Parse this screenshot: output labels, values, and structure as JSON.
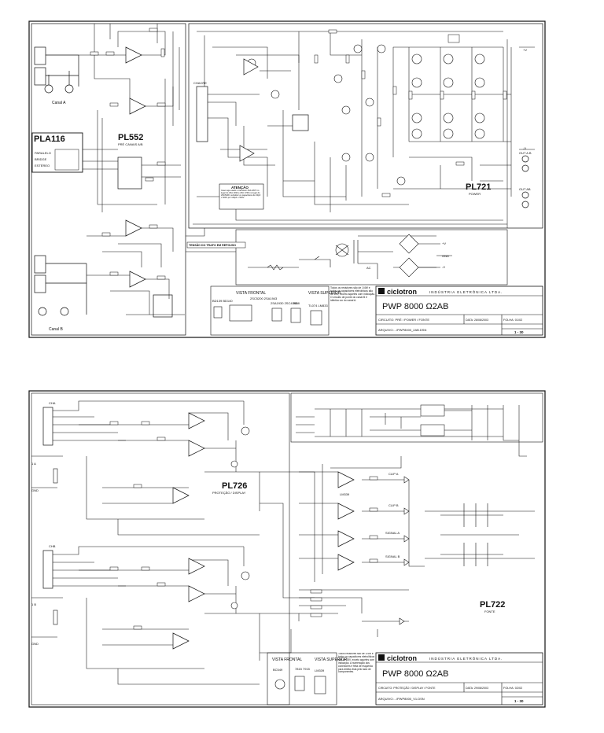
{
  "sheet1": {
    "boards": {
      "pla116": "PLA116",
      "pl552": "PL552",
      "pl552_sub": "PRÉ CANAIS A/B",
      "pl721": "PL721",
      "pl721_sub": "POWER"
    },
    "labels": {
      "canal_a": "Canal A",
      "canal_b": "Canal B",
      "chacre": "CHACRE",
      "paralelo": "PARALELO",
      "bridge": "BRIDGE",
      "estereo": "ESTÉREO",
      "trafo": "TENSÃO DO TRAFO EM REPOUSO",
      "out_a": "OUT A B",
      "out_ab": "OUT AB",
      "gnd": "GND",
      "v_plus": "+V",
      "v_minus": "-V",
      "ac": "AC"
    },
    "attention": {
      "title": "ATENÇÃO",
      "body": "Caso seja usado o transistor 2SA 1837 no lugar do 2SA 1930 e 2SC 4793 no lugar do 2SC5206, substituir os capacitores de 33pF x 500V por 100pF x 500V."
    },
    "vista_frontal": "VISTA FRONTAL",
    "vista_superior": "VISTA SUPERIOR",
    "components": [
      "BD139 BD140",
      "2SC5200 2SA1943",
      "2SA1930 2SC4793",
      "4558",
      "TL074 LM833"
    ],
    "note": "Todos os resistores são de 1/4W e todos os capacitores eletrolíticos são de 25V, exceto aqueles com indicação. O circuito de ponte do canal B é idêntico ao do canal A.",
    "titleblock": {
      "brand": "ciclotron",
      "company": "INDÚSTRIA ELETRÔNICA LTDA.",
      "product": "PWP 8000",
      "omega": "Ω",
      "product_suffix": "2AB",
      "circuito": "CIRCUITO: PRÉ / POWER / FONTE",
      "data": "DATA: 28/08/2003",
      "folha": "FOLHA: 01/02",
      "arquivo": "ARQUIVO:...\\PWP8000_2AB.DSN",
      "rev": "1 - 30"
    }
  },
  "sheet2": {
    "boards": {
      "pl726": "PL726",
      "pl726_sub": "PROTEÇÃO / DISPLAY",
      "pl722": "PL722",
      "pl722_sub": "FONTE"
    },
    "labels": {
      "cha": "CHA",
      "chb": "CHB",
      "clip_a": "CLIP A",
      "clip_b": "CLIP B",
      "signal_a": "SIGNAL A",
      "signal_b": "SIGNAL B",
      "lm339": "LM339",
      "in_a": "1 A",
      "in_b": "1 B",
      "gnd": "GND"
    },
    "vista_frontal": "VISTA FRONTAL",
    "vista_superior": "VISTA SUPERIOR",
    "components": [
      "BC549",
      "7815 7915",
      "LM339"
    ],
    "note": "Todos resistores são de 1/4W e todos os capacitores eletrolíticos são de 25V, exceto aqueles com indicação. A numeração dos conectores é feita de esquerda para direita vista pelo lado de componentes.",
    "titleblock": {
      "brand": "ciclotron",
      "company": "INDÚSTRIA ELETRÔNICA LTDA.",
      "product": "PWP 8000",
      "omega": "Ω",
      "product_suffix": "2AB",
      "circuito": "CIRCUITO: PROTEÇÃO / DISPLAY / FONTE",
      "data": "DATA: 29/08/2003",
      "folha": "FOLHA: 02/02",
      "arquivo": "ARQUIVO:...\\PWP8000_V1.DSN",
      "rev": "1 - 30"
    }
  }
}
